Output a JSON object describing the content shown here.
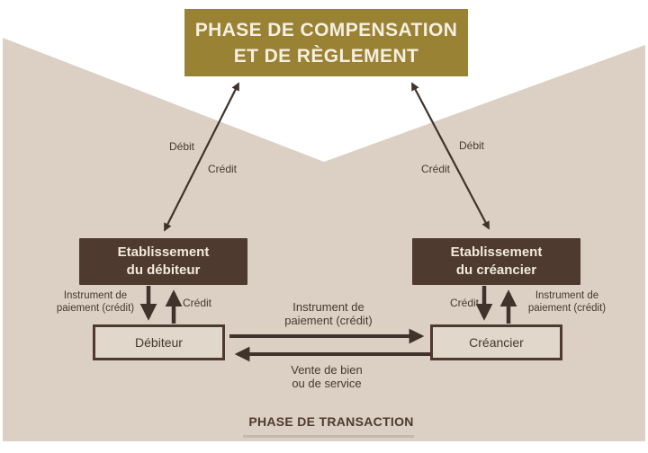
{
  "palette": {
    "background": "#ffffff",
    "panel_beige": "#dcd0c4",
    "gold": "#998233",
    "dark_brown_box": "#4e3a2e",
    "arrow_brown": "#40332b",
    "party_box_fill": "#e1d7cb",
    "text_cream": "#f5efe2",
    "text_dark": "#46382f"
  },
  "title_box": {
    "line1": "PHASE DE COMPENSATION",
    "line2": "ET DE RÈGLEMENT"
  },
  "clearing_flows": {
    "left": {
      "debit": "Débit",
      "credit": "Crédit"
    },
    "right": {
      "debit": "Débit",
      "credit": "Crédit"
    }
  },
  "banks": {
    "debtor": {
      "line1": "Etablissement",
      "line2": "du débiteur"
    },
    "creditor": {
      "line1": "Etablissement",
      "line2": "du créancier"
    }
  },
  "bank_links": {
    "debtor": {
      "instrument_line1": "Instrument de",
      "instrument_line2": "paiement (crédit)",
      "credit": "Crédit"
    },
    "creditor": {
      "credit": "Crédit",
      "instrument_line1": "Instrument de",
      "instrument_line2": "paiement (crédit)"
    }
  },
  "parties": {
    "debtor": "Débiteur",
    "creditor": "Créancier"
  },
  "transaction": {
    "payment": {
      "line1": "Instrument de",
      "line2": "paiement (crédit)"
    },
    "sale": {
      "line1": "Vente de bien",
      "line2": "ou de service"
    },
    "footer": "PHASE DE TRANSACTION"
  }
}
